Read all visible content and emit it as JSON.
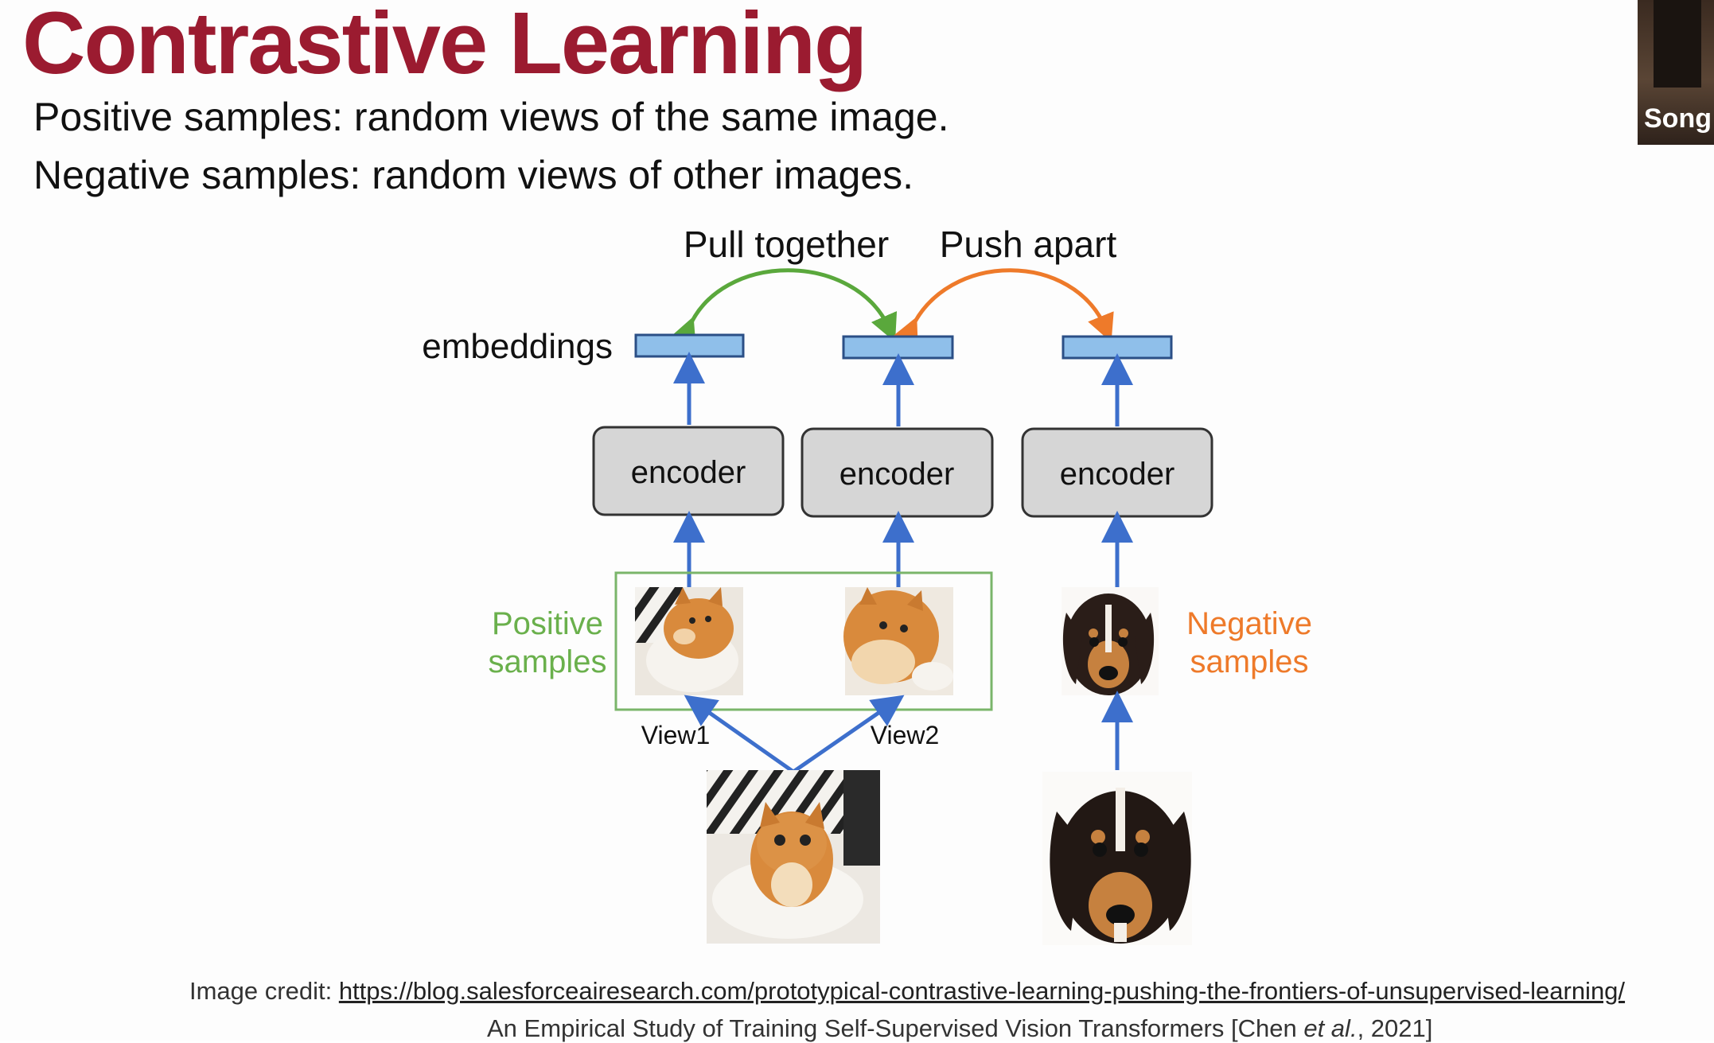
{
  "slide": {
    "title": "Contrastive Learning",
    "bullets": [
      "Positive samples: random views of the same image.",
      "Negative samples: random views of other images."
    ]
  },
  "diagram": {
    "labels": {
      "pull": "Pull together",
      "push": "Push apart",
      "embeddings": "embeddings",
      "positive_line1": "Positive",
      "positive_line2": "samples",
      "negative_line1": "Negative",
      "negative_line2": "samples",
      "view1": "View1",
      "view2": "View2"
    },
    "encoders": [
      "encoder",
      "encoder",
      "encoder"
    ],
    "colors": {
      "pull_arrow": "#5aa83c",
      "push_arrow": "#ee7a2a",
      "flow_arrow": "#3d6fcc",
      "embedding_fill": "#8fbfea",
      "encoder_fill": "#d6d6d6",
      "positive_box": "#7ab56a",
      "positive_text": "#6ab04c",
      "negative_text": "#ee7a2a"
    }
  },
  "footer": {
    "credit_prefix": "Image credit: ",
    "credit_url": "https://blog.salesforceairesearch.com/prototypical-contrastive-learning-pushing-the-frontiers-of-unsupervised-learning/",
    "citation_pre": "An Empirical Study of Training Self-Supervised Vision Transformers [Chen ",
    "citation_italic": "et al.",
    "citation_post": ", 2021]"
  },
  "video": {
    "speaker": "Song"
  }
}
